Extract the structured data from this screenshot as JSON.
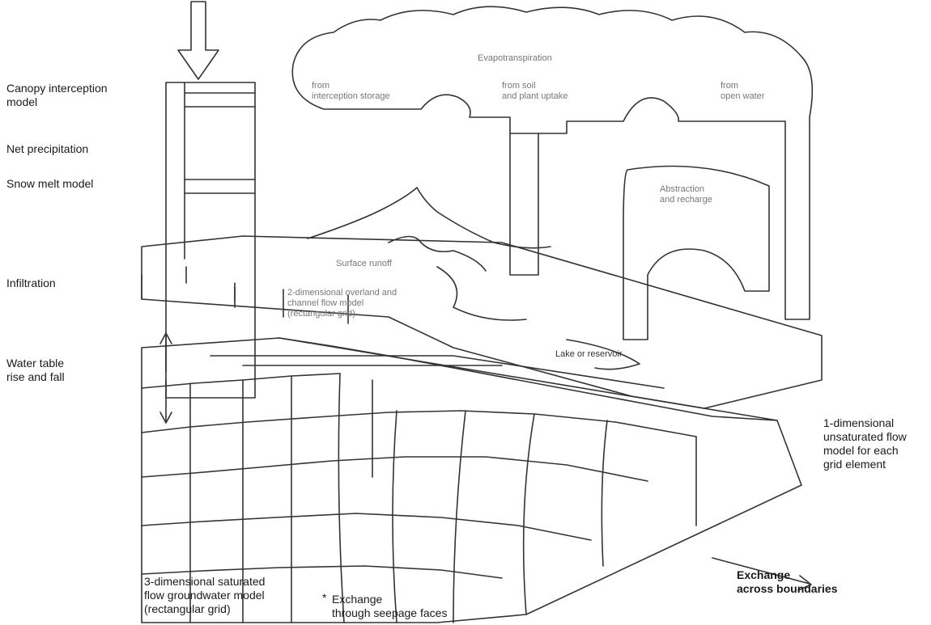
{
  "left_labels": {
    "canopy_line1": "Canopy interception",
    "canopy_line2": "model",
    "net_precip": "Net precipitation",
    "snowmelt": "Snow melt model",
    "infiltration": "Infiltration",
    "water_table_line1": "Water table",
    "water_table_line2": "rise and fall"
  },
  "right_labels": {
    "unsat_line1": "1-dimensional",
    "unsat_line2": "unsaturated flow",
    "unsat_line3": "model for each",
    "unsat_line4": "grid element"
  },
  "bottom_labels": {
    "gw_line1": "3-dimensional saturated",
    "gw_line2": "flow groundwater model",
    "gw_line3": "(rectangular grid)",
    "seepage_line1": "Exchange",
    "seepage_line2": "through seepage faces",
    "boundary_line1": "Exchange",
    "boundary_line2": "across boundaries"
  },
  "inner_labels": {
    "evapotranspiration": "Evapotranspiration",
    "evap_left_line1": "from",
    "evap_left_line2": "interception storage",
    "evap_mid_line1": "from soil",
    "evap_mid_line2": "and plant uptake",
    "evap_right_line1": "from",
    "evap_right_line2": "open water",
    "abstraction_line1": "Abstraction",
    "abstraction_line2": "and recharge",
    "surface_runoff": "Surface runoff",
    "overland_line1": "2-dimensional overland and",
    "overland_line2": "channel flow model",
    "overland_line3": "(rectangular grid)",
    "lake": "Lake or reservoir",
    "seepage_marker": "*"
  }
}
